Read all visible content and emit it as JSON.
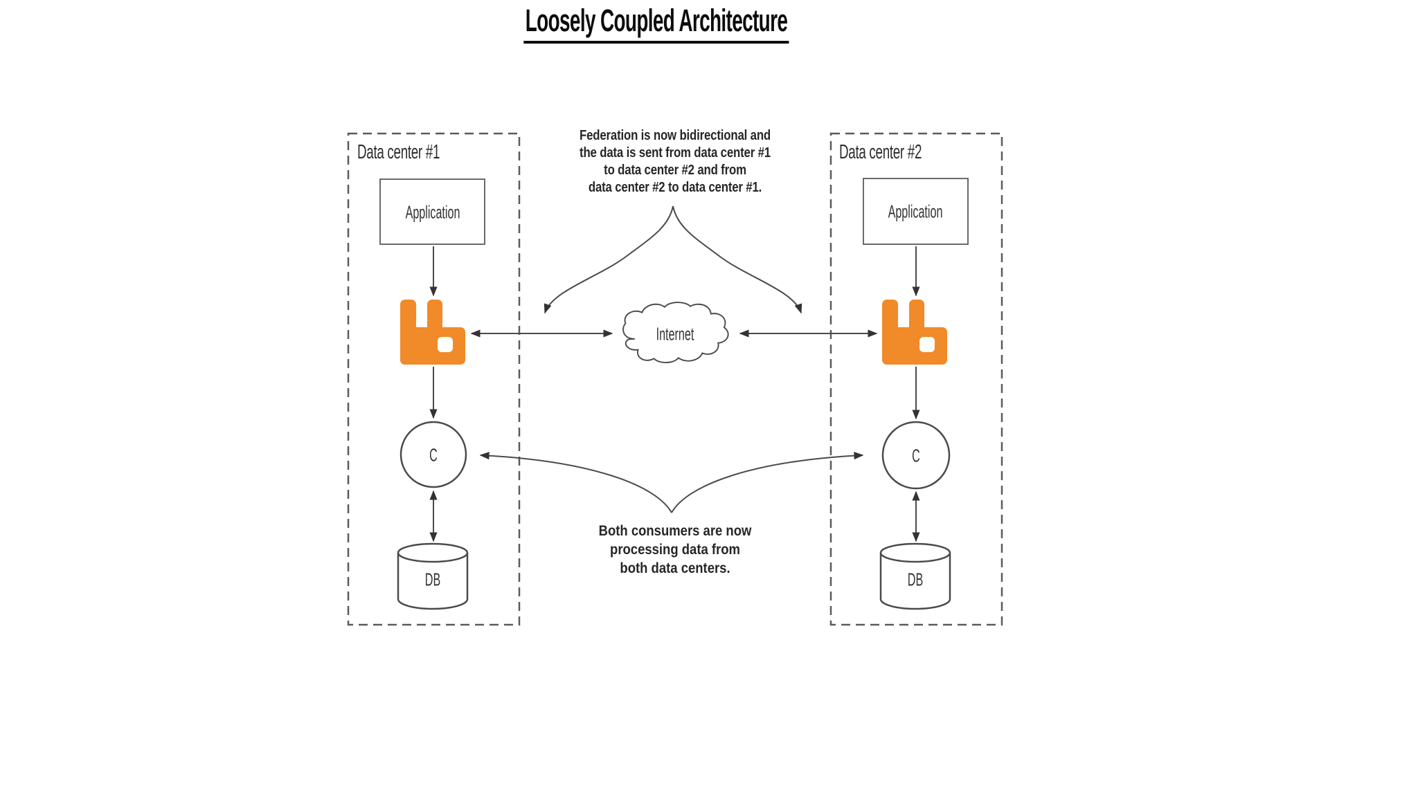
{
  "title": "Loosely Coupled Architecture",
  "colors": {
    "broker_orange": "#F18A29",
    "line_gray": "#4a4a4a",
    "dash_gray": "#5a5a5a"
  },
  "icons": {
    "broker": "rabbitmq-logo-icon",
    "internet": "cloud-icon",
    "database": "cylinder-icon",
    "consumer": "circle-icon"
  },
  "internet_label": "Internet",
  "data_centers": [
    {
      "label": "Data center #1",
      "application_label": "Application",
      "consumer_label": "C",
      "database_label": "DB"
    },
    {
      "label": "Data center #2",
      "application_label": "Application",
      "consumer_label": "C",
      "database_label": "DB"
    }
  ],
  "annotations": {
    "federation": {
      "lines": [
        "Federation is now bidirectional and",
        "the data is sent from data center #1",
        "to data center #2 and from",
        "data center #2 to data center #1."
      ]
    },
    "consumers": {
      "lines": [
        "Both consumers are now",
        "processing data from",
        "both data centers."
      ]
    }
  }
}
